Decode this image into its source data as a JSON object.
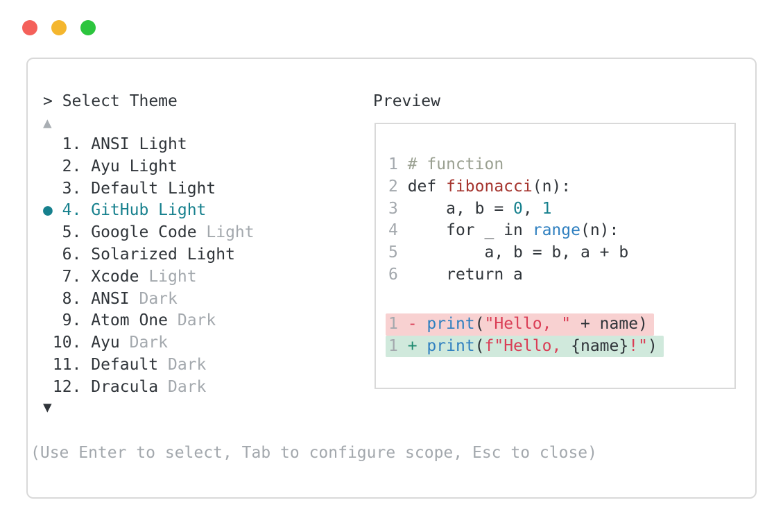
{
  "window": {
    "controls": [
      {
        "name": "close",
        "color": "#f4605a"
      },
      {
        "name": "minimize",
        "color": "#f4b62e"
      },
      {
        "name": "maximize",
        "color": "#2cc53e"
      }
    ]
  },
  "picker": {
    "title": "> Select Theme",
    "scroll_up_icon": "▲",
    "scroll_down_icon": "▼",
    "selection_bullet": "●",
    "accent_color": "#16808d",
    "items": [
      {
        "number": "1.",
        "name": "ANSI",
        "variant": "Light",
        "variant_muted": false,
        "selected": false
      },
      {
        "number": "2.",
        "name": "Ayu",
        "variant": "Light",
        "variant_muted": false,
        "selected": false
      },
      {
        "number": "3.",
        "name": "Default",
        "variant": "Light",
        "variant_muted": false,
        "selected": false
      },
      {
        "number": "4.",
        "name": "GitHub",
        "variant": "Light",
        "variant_muted": false,
        "selected": true
      },
      {
        "number": "5.",
        "name": "Google Code",
        "variant": "Light",
        "variant_muted": true,
        "selected": false
      },
      {
        "number": "6.",
        "name": "Solarized",
        "variant": "Light",
        "variant_muted": false,
        "selected": false
      },
      {
        "number": "7.",
        "name": "Xcode",
        "variant": "Light",
        "variant_muted": true,
        "selected": false
      },
      {
        "number": "8.",
        "name": "ANSI",
        "variant": "Dark",
        "variant_muted": true,
        "selected": false
      },
      {
        "number": "9.",
        "name": "Atom One",
        "variant": "Dark",
        "variant_muted": true,
        "selected": false
      },
      {
        "number": "10.",
        "name": "Ayu",
        "variant": "Dark",
        "variant_muted": true,
        "selected": false
      },
      {
        "number": "11.",
        "name": "Default",
        "variant": "Dark",
        "variant_muted": true,
        "selected": false
      },
      {
        "number": "12.",
        "name": "Dracula",
        "variant": "Dark",
        "variant_muted": true,
        "selected": false
      }
    ],
    "footer_hint": "(Use Enter to select, Tab to configure scope, Esc to close)"
  },
  "preview": {
    "title": "Preview",
    "syntax_colors": {
      "default": "#30353a",
      "comment": "#9aa091",
      "function": "#a5342e",
      "number": "#16808d",
      "builtin": "#3080c0",
      "string": "#da3d55",
      "added_sign": "#1e8a70",
      "removed_bg": "#f8d1d1",
      "added_bg": "#d0e9dc",
      "line_number": "#a3a8ad"
    },
    "code_lines": [
      {
        "number": "1",
        "diff": null,
        "segments": [
          {
            "text": "# function",
            "tok": "comment"
          }
        ]
      },
      {
        "number": "2",
        "diff": null,
        "segments": [
          {
            "text": "def ",
            "tok": "default"
          },
          {
            "text": "fibonacci",
            "tok": "function"
          },
          {
            "text": "(n):",
            "tok": "default"
          }
        ]
      },
      {
        "number": "3",
        "diff": null,
        "segments": [
          {
            "text": "    a, b = ",
            "tok": "default"
          },
          {
            "text": "0",
            "tok": "number"
          },
          {
            "text": ", ",
            "tok": "default"
          },
          {
            "text": "1",
            "tok": "number"
          }
        ]
      },
      {
        "number": "4",
        "diff": null,
        "segments": [
          {
            "text": "    for _ in ",
            "tok": "default"
          },
          {
            "text": "range",
            "tok": "builtin"
          },
          {
            "text": "(n):",
            "tok": "default"
          }
        ]
      },
      {
        "number": "5",
        "diff": null,
        "segments": [
          {
            "text": "        a, b = b, a + b",
            "tok": "default"
          }
        ]
      },
      {
        "number": "6",
        "diff": null,
        "segments": [
          {
            "text": "    return a",
            "tok": "default"
          }
        ]
      },
      {
        "number": "1",
        "diff": "removed",
        "segments": [
          {
            "text": "- ",
            "tok": "string"
          },
          {
            "text": "print",
            "tok": "builtin"
          },
          {
            "text": "(",
            "tok": "default"
          },
          {
            "text": "\"Hello, \"",
            "tok": "string"
          },
          {
            "text": " + name)",
            "tok": "default"
          }
        ]
      },
      {
        "number": "1",
        "diff": "added",
        "segments": [
          {
            "text": "+ ",
            "tok": "added-sign"
          },
          {
            "text": "print",
            "tok": "builtin"
          },
          {
            "text": "(",
            "tok": "default"
          },
          {
            "text": "f\"Hello, ",
            "tok": "string"
          },
          {
            "text": "{name}",
            "tok": "default"
          },
          {
            "text": "!\"",
            "tok": "string"
          },
          {
            "text": ")",
            "tok": "default"
          }
        ]
      }
    ]
  }
}
